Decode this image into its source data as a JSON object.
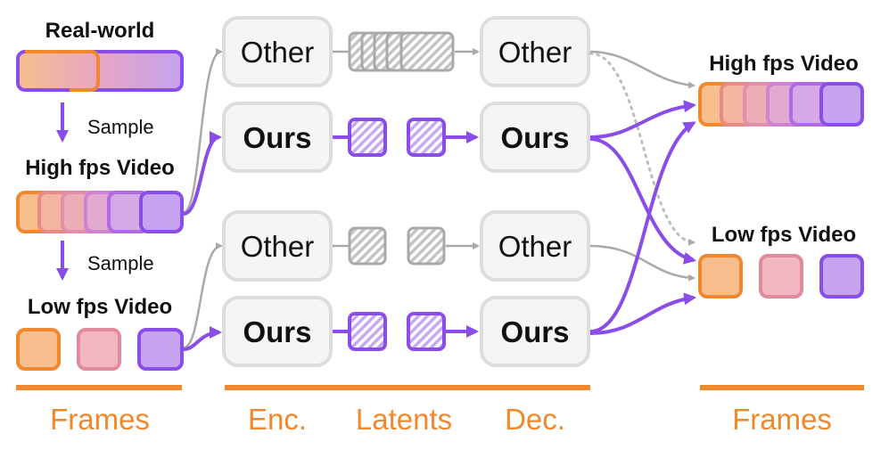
{
  "left": {
    "title_real": "Real-world",
    "sample_1": "Sample",
    "title_high": "High fps Video",
    "sample_2": "Sample",
    "title_low": "Low fps Video"
  },
  "pipeline": {
    "other_label": "Other",
    "ours_label": "Ours"
  },
  "right": {
    "title_high": "High fps Video",
    "title_low": "Low fps Video"
  },
  "footer": {
    "frames_left": "Frames",
    "enc": "Enc.",
    "latents": "Latents",
    "dec": "Dec.",
    "frames_right": "Frames"
  },
  "colors": {
    "orange": "#f0892e",
    "purple": "#8a4de8",
    "gray_arrow": "#a9a9a9",
    "box_border": "#dddddd",
    "box_fill": "#f5f5f5",
    "footer_text": "#f0892e"
  }
}
